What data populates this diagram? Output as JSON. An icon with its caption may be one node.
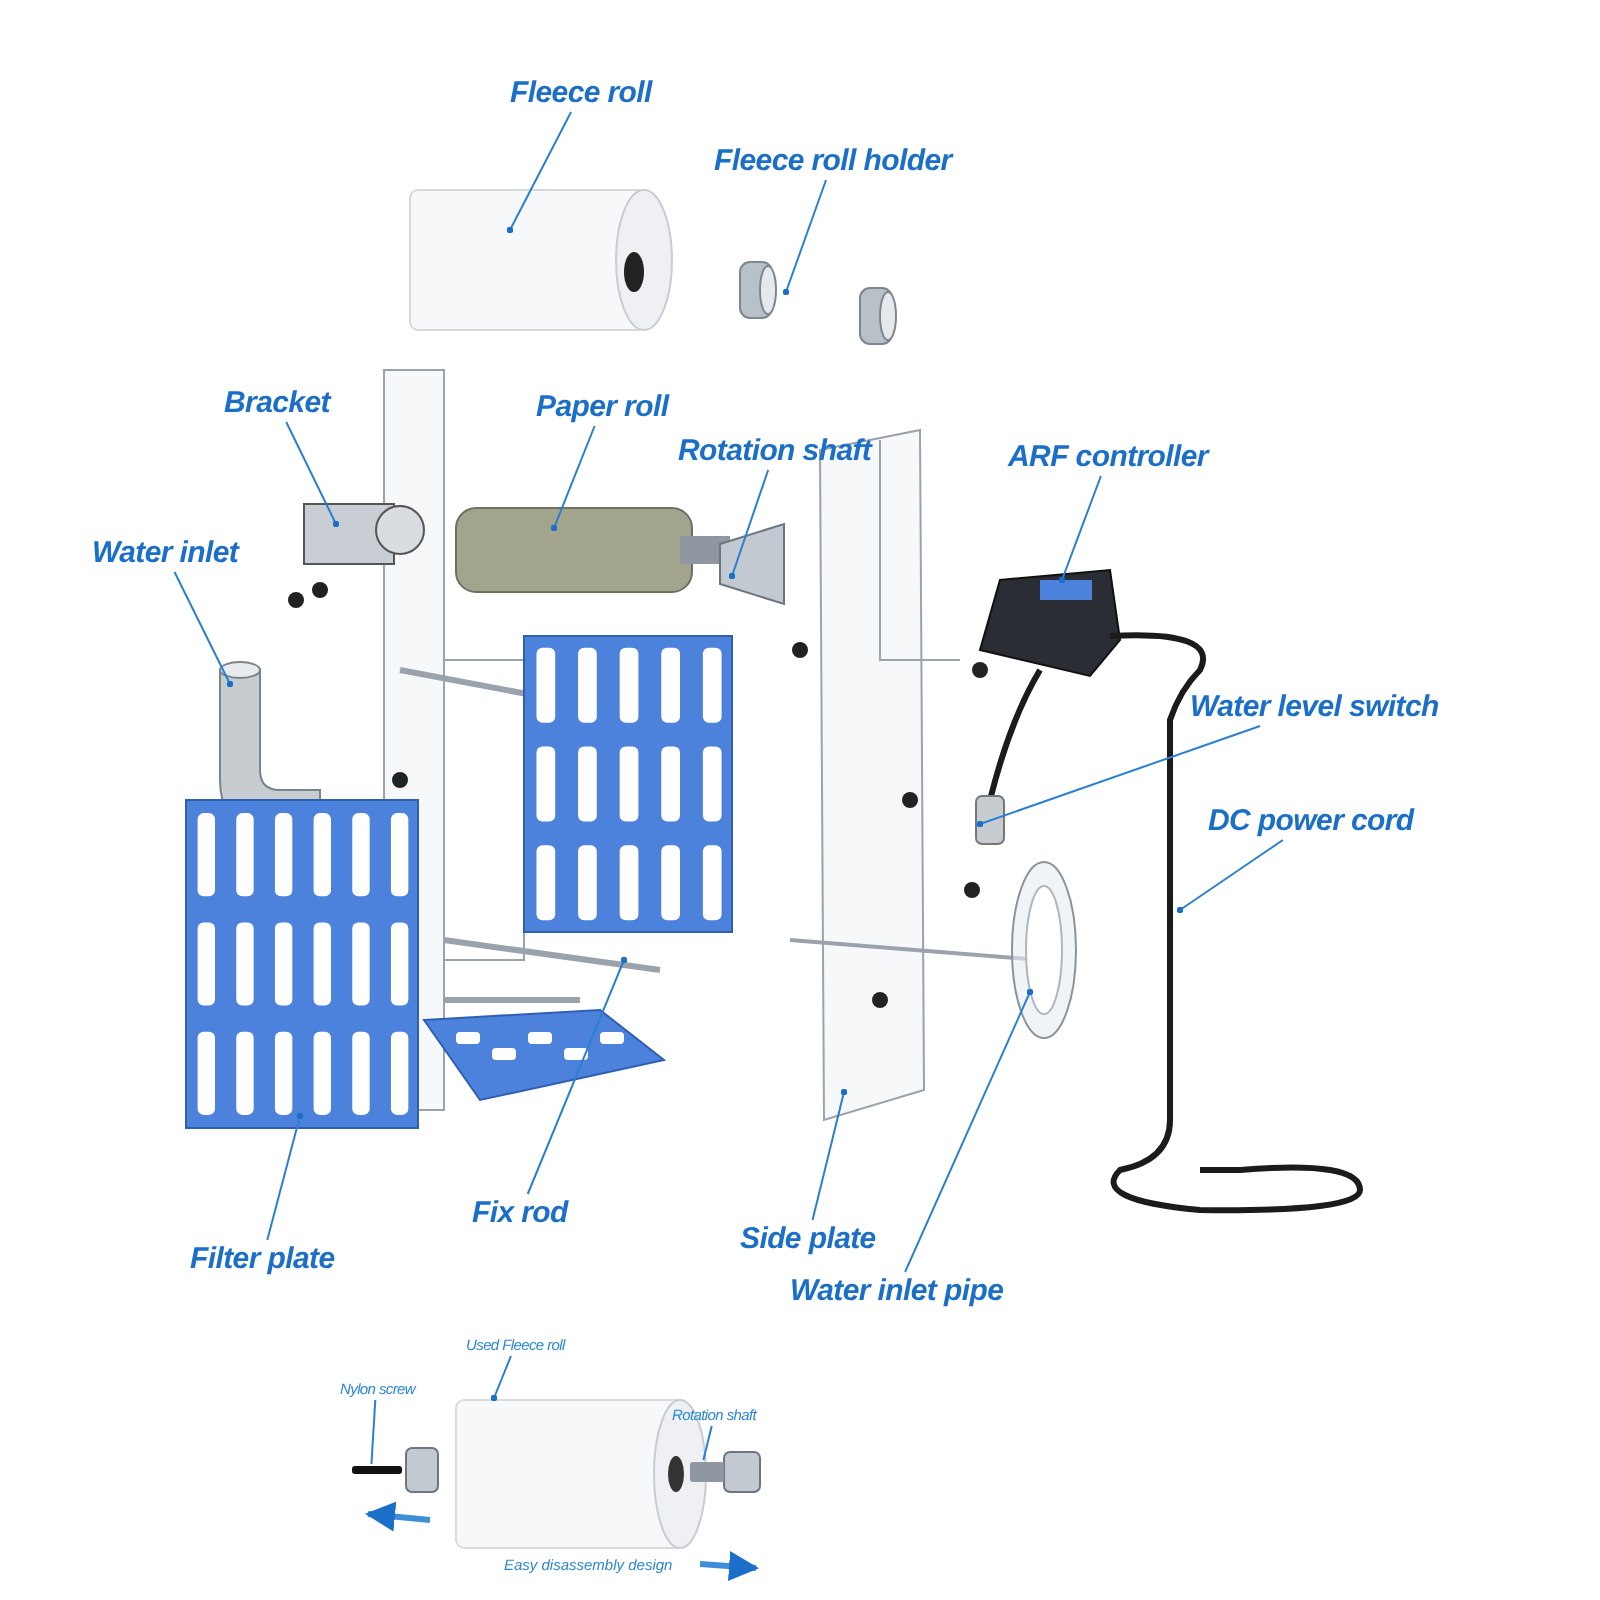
{
  "diagram": {
    "nodes": [
      {
        "text": [
          "Fleece roll"
        ]
      },
      {
        "text": [
          "Fleece roll holder"
        ]
      },
      {
        "text": [
          "Bracket"
        ]
      },
      {
        "text": [
          "Paper roll"
        ]
      },
      {
        "text": [
          "Rotation shaft"
        ]
      },
      {
        "text": [
          "ARF controller"
        ]
      },
      {
        "text": [
          "Water inlet"
        ]
      },
      {
        "text": [
          "Water level switch"
        ]
      },
      {
        "text": [
          "DC power cord"
        ]
      },
      {
        "text": [
          "Filter plate"
        ]
      },
      {
        "text": [
          "Fix rod"
        ]
      },
      {
        "text": [
          "Side plate"
        ]
      },
      {
        "text": [
          "Water inlet pipe"
        ]
      },
      {
        "text": [
          "Used Fleece roll"
        ]
      },
      {
        "text": [
          "Nylon screw"
        ]
      },
      {
        "text": [
          "Rotation shaft"
        ]
      },
      {
        "text": [],
        "shape": "cylinder",
        "beside": [
          "Easy disassembly design"
        ]
      },
      {
        "text": [],
        "shape": "bar"
      },
      {
        "text": [],
        "shape": "bar"
      }
    ],
    "edges": [
      {
        "from": 0,
        "to": null,
        "arrow": "other"
      },
      {
        "from": 1,
        "to": null,
        "arrow": "other"
      },
      {
        "from": 2,
        "to": null,
        "arrow": "other"
      },
      {
        "from": 3,
        "to": null,
        "arrow": "other"
      },
      {
        "from": 4,
        "to": null,
        "arrow": "other"
      },
      {
        "from": 5,
        "to": null,
        "arrow": "other"
      },
      {
        "from": 6,
        "to": null,
        "arrow": "other"
      },
      {
        "from": 7,
        "to": null,
        "arrow": "other"
      },
      {
        "from": 8,
        "to": null,
        "arrow": "other"
      },
      {
        "from": 9,
        "to": null,
        "arrow": "other"
      },
      {
        "from": 10,
        "to": null,
        "arrow": "other"
      },
      {
        "from": 11,
        "to": null,
        "arrow": "other"
      },
      {
        "from": 12,
        "to": null,
        "arrow": "other"
      },
      {
        "from": 13,
        "to": 16,
        "arrow": "other"
      },
      {
        "from": 14,
        "to": 17,
        "arrow": "none"
      },
      {
        "from": 15,
        "to": 18,
        "arrow": "none"
      }
    ]
  }
}
